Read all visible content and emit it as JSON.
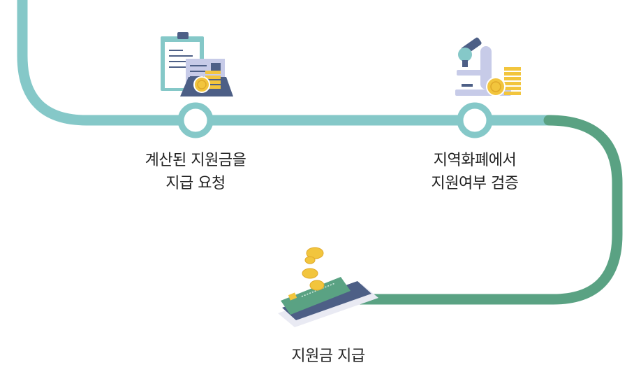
{
  "colors": {
    "teal": "#85c8c8",
    "green": "#5aa283",
    "gold": "#f2c53d",
    "navy": "#4d5f86",
    "lavender": "#c7cbe8"
  },
  "steps": [
    {
      "icon": "clipboard-documents-coin-icon",
      "lines": [
        "계산된 지원금을",
        "지급 요청"
      ]
    },
    {
      "icon": "microscope-coins-icon",
      "lines": [
        "지역화폐에서",
        "지원여부 검증"
      ]
    },
    {
      "icon": "card-coins-icon",
      "lines": [
        "지원금 지급"
      ]
    }
  ]
}
